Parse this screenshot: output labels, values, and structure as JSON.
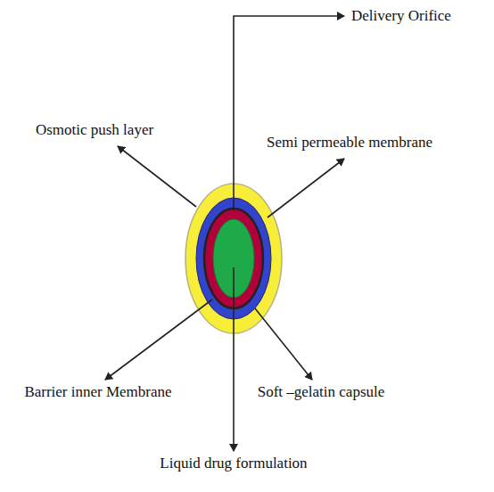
{
  "diagram": {
    "labels": [
      "Delivery Orifice",
      "Osmotic push layer",
      "Semi permeable membrane",
      "Barrier inner Membrane",
      "Soft –gelatin capsule",
      "Liquid drug formulation"
    ]
  }
}
